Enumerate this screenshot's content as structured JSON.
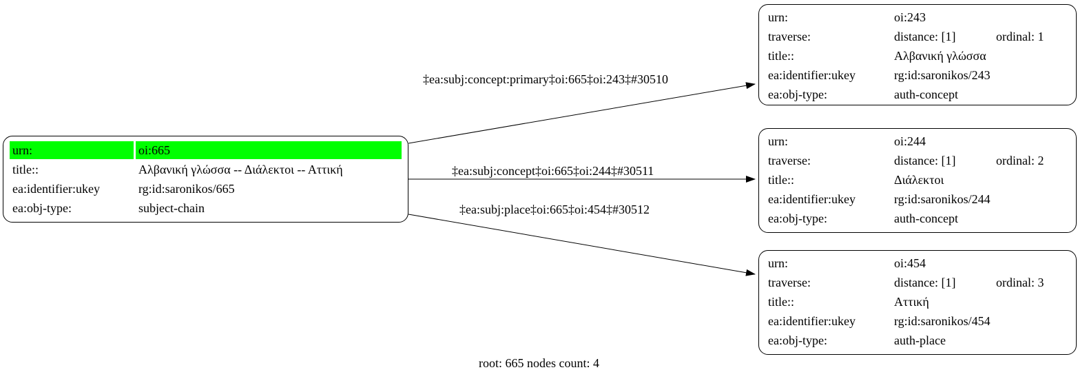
{
  "graph": {
    "caption": "root: 665 nodes count: 4",
    "colors": {
      "highlight": "#00ff00",
      "node_border": "#000000",
      "edge": "#000000",
      "background": "#ffffff"
    },
    "root": {
      "urn_label": "urn:",
      "urn_value": "oi:665",
      "title_label": "title::",
      "title_value": "Αλβανική γλώσσα -- Διάλεκτοι -- Αττική",
      "ukey_label": "ea:identifier:ukey",
      "ukey_value": "rg:id:saronikos/665",
      "objtype_label": "ea:obj-type:",
      "objtype_value": "subject-chain"
    },
    "targets": [
      {
        "urn_label": "urn:",
        "urn_value": "oi:243",
        "traverse_label": "traverse:",
        "distance": "distance: [1]",
        "ordinal": "ordinal: 1",
        "title_label": "title::",
        "title_value": "Αλβανική γλώσσα",
        "ukey_label": "ea:identifier:ukey",
        "ukey_value": "rg:id:saronikos/243",
        "objtype_label": "ea:obj-type:",
        "objtype_value": "auth-concept"
      },
      {
        "urn_label": "urn:",
        "urn_value": "oi:244",
        "traverse_label": "traverse:",
        "distance": "distance: [1]",
        "ordinal": "ordinal: 2",
        "title_label": "title::",
        "title_value": "Διάλεκτοι",
        "ukey_label": "ea:identifier:ukey",
        "ukey_value": "rg:id:saronikos/244",
        "objtype_label": "ea:obj-type:",
        "objtype_value": "auth-concept"
      },
      {
        "urn_label": "urn:",
        "urn_value": "oi:454",
        "traverse_label": "traverse:",
        "distance": "distance: [1]",
        "ordinal": "ordinal: 3",
        "title_label": "title::",
        "title_value": "Αττική",
        "ukey_label": "ea:identifier:ukey",
        "ukey_value": "rg:id:saronikos/454",
        "objtype_label": "ea:obj-type:",
        "objtype_value": "auth-place"
      }
    ],
    "edges": [
      {
        "label": "‡ea:subj:concept:primary‡oi:665‡oi:243‡#30510"
      },
      {
        "label": "‡ea:subj:concept‡oi:665‡oi:244‡#30511"
      },
      {
        "label": "‡ea:subj:place‡oi:665‡oi:454‡#30512"
      }
    ]
  }
}
